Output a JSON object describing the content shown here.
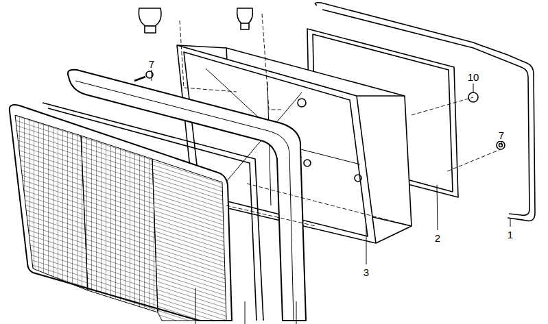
{
  "diagram": {
    "labels": [
      "7",
      "10",
      "7",
      "2",
      "1",
      "3"
    ]
  }
}
